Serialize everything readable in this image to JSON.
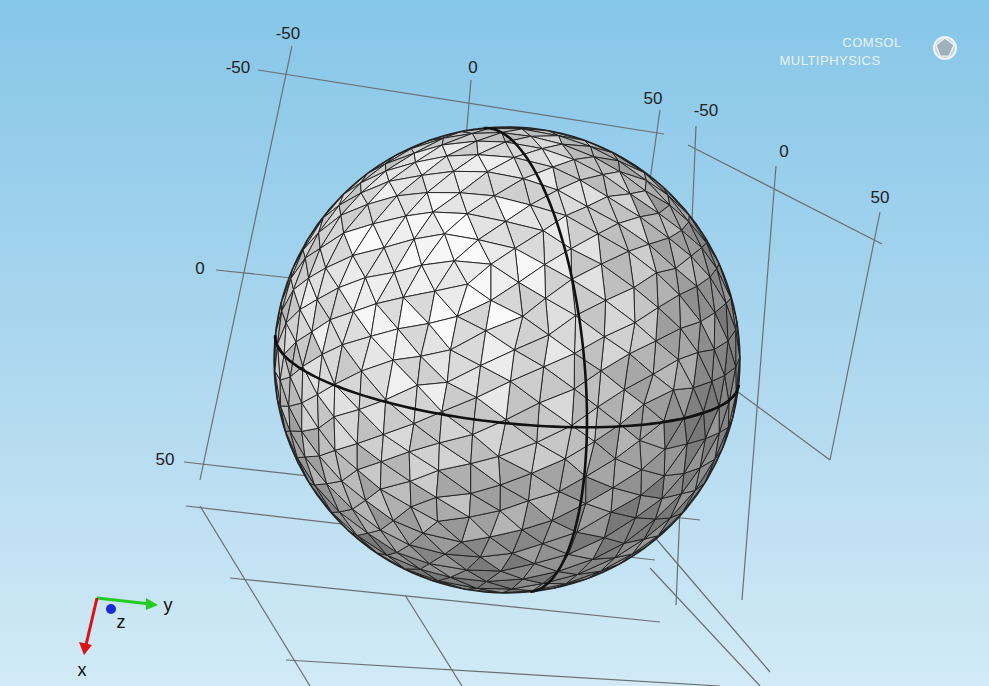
{
  "diagram": {
    "labels": [
      "-50",
      "-50",
      "0",
      "50",
      "-50",
      "0",
      "50",
      "0",
      "50",
      "COMSOL",
      "MULTIPHYSICS",
      "y",
      "z",
      "x"
    ]
  }
}
